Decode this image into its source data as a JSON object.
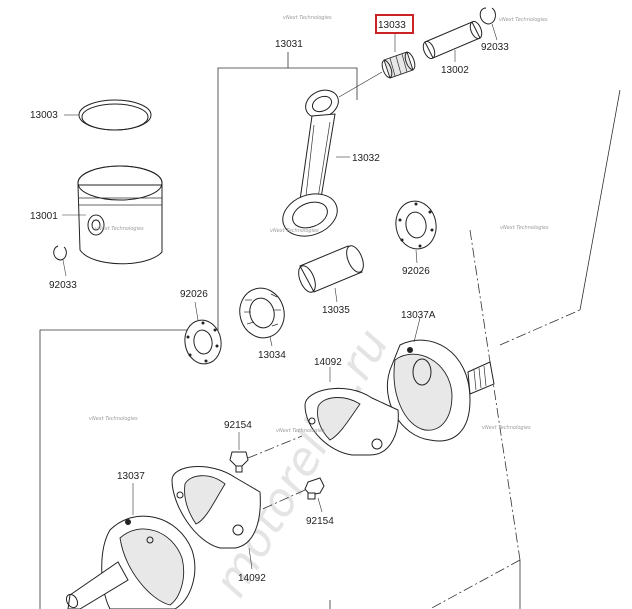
{
  "diagram": {
    "highlighted_part": "13033",
    "highlight_color": "#cc2222",
    "labels": {
      "p13033": "13033",
      "p13031": "13031",
      "p92033_top": "92033",
      "p13002": "13002",
      "p13003": "13003",
      "p13032": "13032",
      "p13001": "13001",
      "p92033_left": "92033",
      "p92026_right": "92026",
      "p92026_left": "92026",
      "p13035": "13035",
      "p13034": "13034",
      "p13037A": "13037A",
      "p14092_top": "14092",
      "p92154_top": "92154",
      "p92154_bottom": "92154",
      "p13037": "13037",
      "p14092_bottom": "14092"
    },
    "watermarks": {
      "vnext": "vNext Technologies",
      "site": "motorelife.ru"
    }
  }
}
